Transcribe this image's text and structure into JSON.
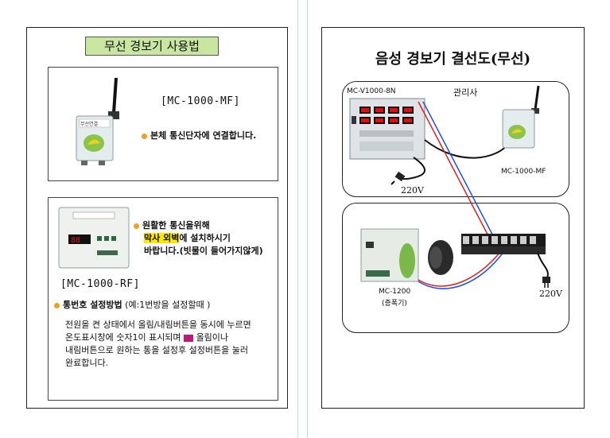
{
  "left_page": {
    "title": "무선 경보기 사용법",
    "mf_section": {
      "model": "[MC-1000-MF]",
      "note": "본체 통신단자에 연결합니다.",
      "device_label": "무선연결"
    },
    "rf_section": {
      "note_line1": "원활한 통신을위해",
      "note_line2_highlight": "막사 외벽",
      "note_line2_rest": "에 설치하시기",
      "note_line3": "바랍니다.(빗물이 들어가지않게)",
      "model": "[MC-1000-RF]",
      "setup_title": "통번호 설정방법",
      "setup_hint": " (예:1번방을 설정할때 )",
      "instr_line1": "전원을 켠 상태에서 올림/내림버튼을 동시에 누르면",
      "instr_line2a": "온도표시창에 숫자1이 표시되며",
      "instr_line2b": "올림이나",
      "instr_line3": "내림버튼으로 원하는 통을 설정후 설정버튼을 눌러",
      "instr_line4": "완료합니다."
    }
  },
  "right_page": {
    "title": "음성 경보기 결선도(무선)",
    "top_box": {
      "main_unit": "MC-V1000-8N",
      "manager_label": "관리사",
      "power_label": "220V",
      "remote_unit": "MC-1000-MF"
    },
    "bottom_box": {
      "repeater_model": "MC-1200",
      "repeater_desc": "(증폭기)",
      "power_label": "220V"
    }
  },
  "colors": {
    "title_bg": "#c8e6a0",
    "highlight": "#ffe800",
    "wire_red": "#e02020",
    "wire_blue": "#2050e0",
    "display_red": "#e01010"
  }
}
